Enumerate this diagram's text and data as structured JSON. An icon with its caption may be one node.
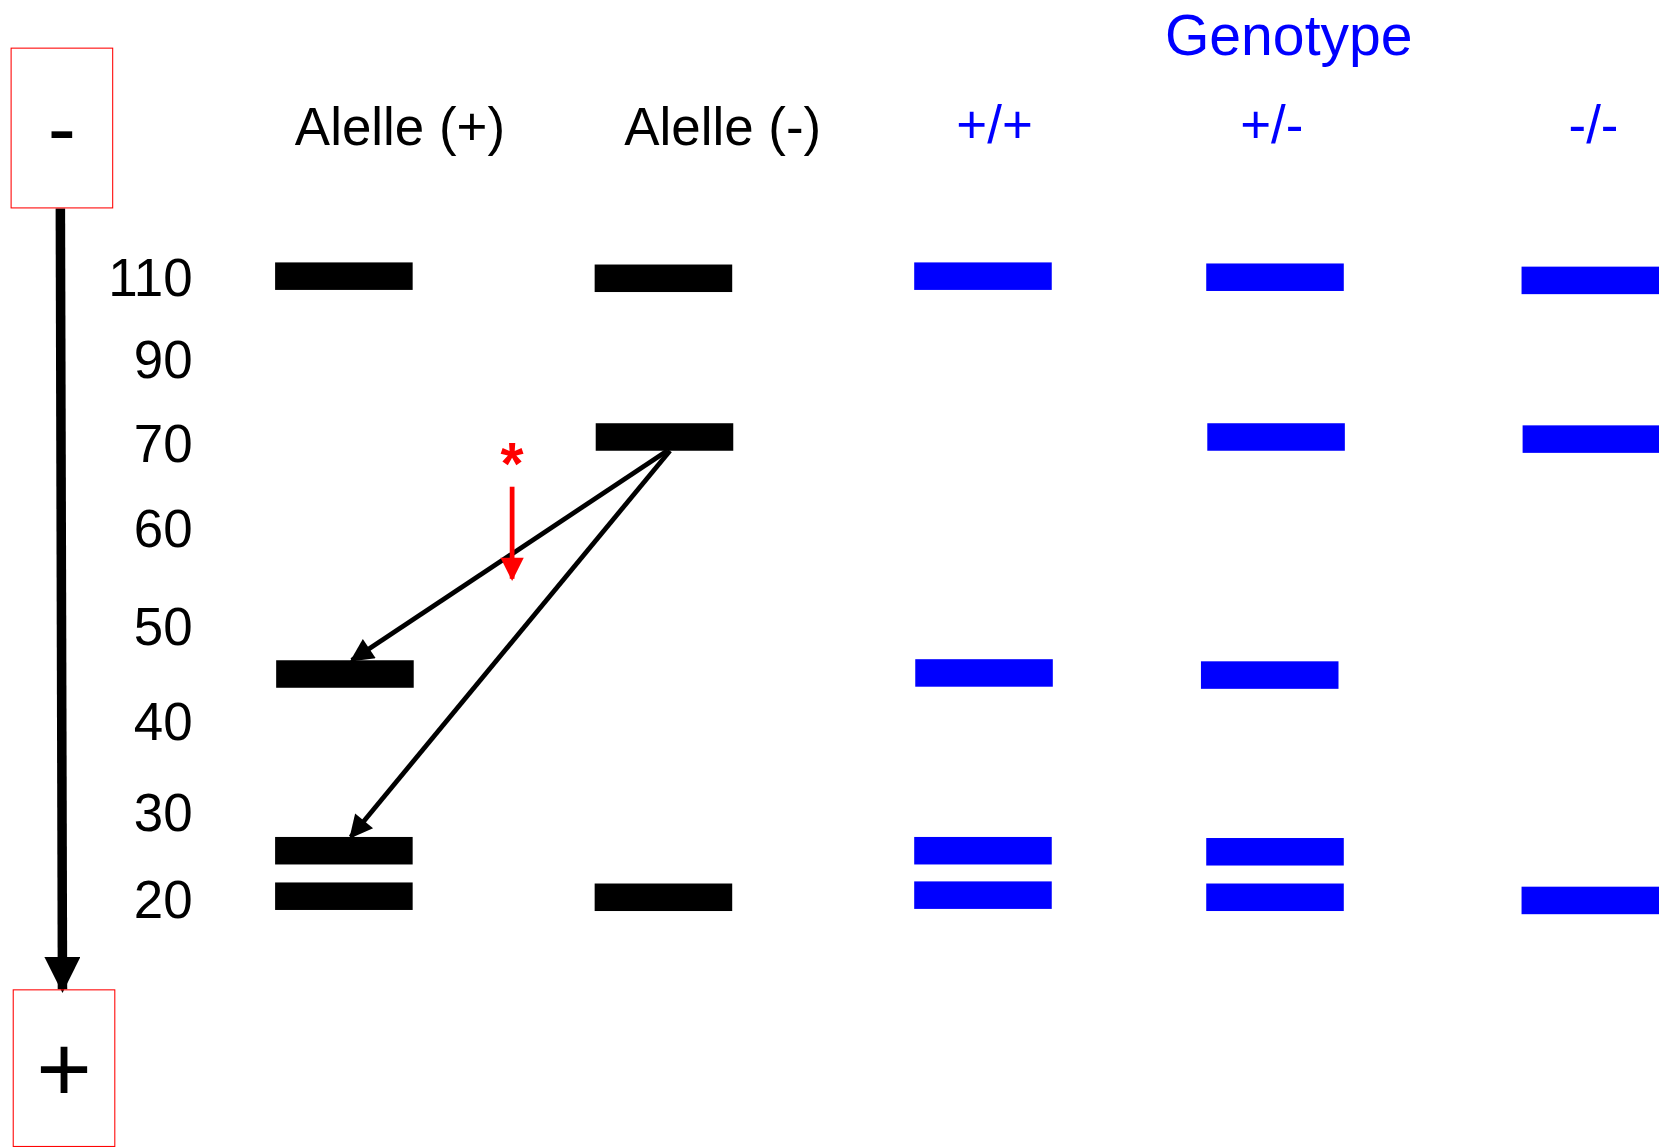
{
  "diagram": {
    "nodes": [
      {
        "text": [
          "-"
        ]
      },
      {
        "text": [
          "+"
        ]
      },
      {
        "text": [],
        "shape": "bar"
      },
      {
        "text": [],
        "shape": "bar"
      },
      {
        "text": [],
        "shape": "bar"
      },
      {
        "text": [],
        "shape": "bar"
      },
      {
        "text": [],
        "shape": "bar"
      },
      {
        "text": [],
        "shape": "bar"
      },
      {
        "text": [],
        "shape": "bar"
      },
      {
        "text": [],
        "shape": "bar"
      },
      {
        "text": [],
        "shape": "bar"
      },
      {
        "text": [],
        "shape": "bar"
      },
      {
        "text": [],
        "shape": "bar"
      },
      {
        "text": [],
        "shape": "bar"
      },
      {
        "text": [],
        "shape": "bar"
      },
      {
        "text": [],
        "shape": "bar"
      },
      {
        "text": [],
        "shape": "bar"
      },
      {
        "text": [],
        "shape": "bar"
      },
      {
        "text": [],
        "shape": "bar"
      },
      {
        "text": [],
        "shape": "bar"
      },
      {
        "text": [],
        "shape": "bar"
      },
      {
        "text": [
          "*"
        ]
      }
    ],
    "edges": [
      {
        "from": 0,
        "to": 1,
        "arrow": "to",
        "style": "thick"
      },
      {
        "from": 7,
        "to": 3,
        "arrow": "to"
      },
      {
        "from": 7,
        "to": 4,
        "arrow": "to"
      },
      {
        "from": 21,
        "to": null,
        "arrow": "to",
        "color": "#ff0000"
      }
    ],
    "labels": [
      "Genotype",
      "Alelle (+)",
      "Alelle (-)",
      "+/+",
      "+/-",
      "-/-",
      "110",
      "90",
      "70",
      "60",
      "50",
      "40",
      "30",
      "20"
    ]
  }
}
